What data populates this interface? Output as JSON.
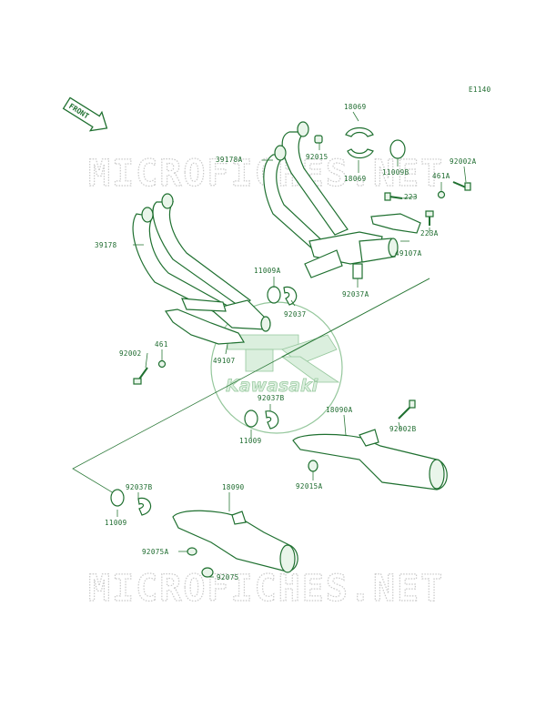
{
  "diagram_code": "E1140",
  "front_label": "FRONT",
  "watermark": "MICROFICHES.NET",
  "logo_text": "Kawasaki",
  "accent_color": "#1f7030",
  "callouts": {
    "p18069_top": "18069",
    "p18069_bot": "18069",
    "p39178A": "39178A",
    "p92015": "92015",
    "p11009B": "11009B",
    "p92002A": "92002A",
    "p461A": "461A",
    "p223": "223",
    "p223A": "223A",
    "p49107A": "49107A",
    "p39178": "39178",
    "p11009A": "11009A",
    "p92037": "92037",
    "p92037A": "92037A",
    "p461": "461",
    "p92002": "92002",
    "p49107": "49107",
    "p92037B_mid": "92037B",
    "p18090A": "18090A",
    "p92002B": "92002B",
    "p11009_mid": "11009",
    "p92015A": "92015A",
    "p92037B_low": "92037B",
    "p18090": "18090",
    "p11009_low": "11009",
    "p92075A": "92075A",
    "p92075": "92075"
  }
}
